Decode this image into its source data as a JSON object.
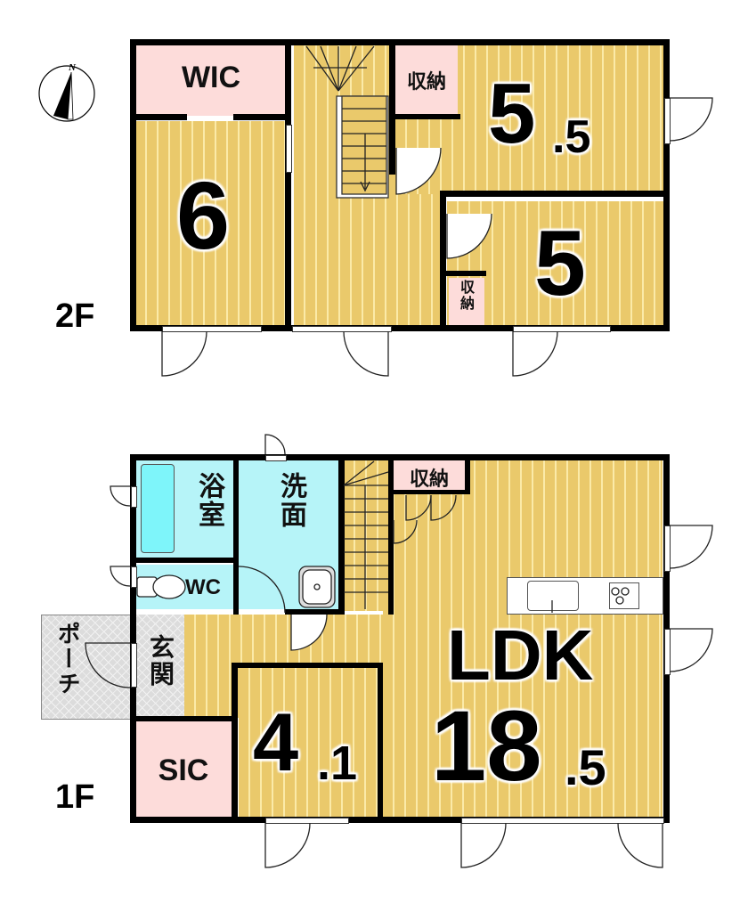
{
  "compass": {
    "label": "N"
  },
  "floor2": {
    "label": "2F",
    "rooms": {
      "wic": {
        "label": "WIC"
      },
      "bedroom_west": {
        "size": "6"
      },
      "storage_north": {
        "label": "収納"
      },
      "bedroom_ne": {
        "size_int": "5",
        "size_dec": ".5"
      },
      "bedroom_se": {
        "size": "5"
      },
      "storage_small": {
        "label": "収納"
      },
      "hall": {
        "label": ""
      }
    }
  },
  "floor1": {
    "label": "1F",
    "rooms": {
      "bath": {
        "label": "浴室"
      },
      "washroom": {
        "label": "洗面"
      },
      "wc": {
        "label": "WC"
      },
      "porch": {
        "label": "ポーチ"
      },
      "entrance": {
        "label": "玄関"
      },
      "sic": {
        "label": "SIC"
      },
      "room_small": {
        "size_int": "4",
        "size_dec": ".1"
      },
      "storage": {
        "label": "収納"
      },
      "ldk": {
        "label": "LDK",
        "size_int": "18",
        "size_dec": ".5"
      }
    }
  },
  "colors": {
    "flooring": "#eac96b",
    "flooring_stripe": "#fbeaa8",
    "closet": "#fddcda",
    "wet_area": "#b6f4f8",
    "porch_tile": "#dcdcdc",
    "wall": "#000000"
  }
}
